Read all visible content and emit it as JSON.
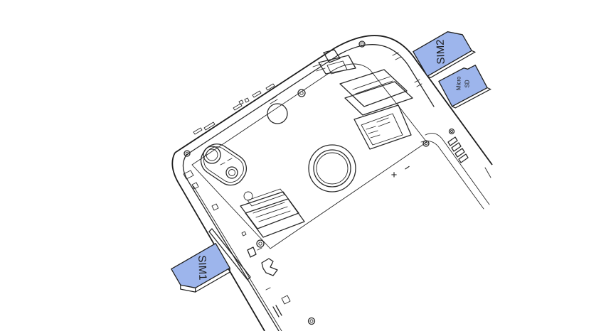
{
  "colors": {
    "card_fill": "#9db5ec",
    "line": "#2a2a2a",
    "background": "#ffffff"
  },
  "cards": {
    "sim1": {
      "label": "SIM1"
    },
    "sim2": {
      "label": "SIM2"
    },
    "micro_sd": {
      "label_line1": "Micro",
      "label_line2": "SD"
    }
  },
  "battery_contacts": {
    "plus_sign": "+",
    "minus_sign": "−"
  },
  "icons": [
    "sim-card-icon",
    "micro-sd-card-icon",
    "camera-module-icon",
    "fingerprint-sensor-icon",
    "screw-icon"
  ]
}
